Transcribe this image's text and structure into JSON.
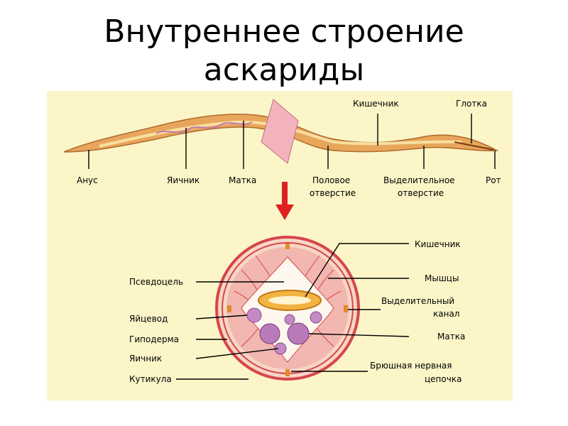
{
  "slide": {
    "title_line1": "Внутреннее строение",
    "title_line2": "аскариды"
  },
  "longitudinal": {
    "labels": {
      "intestine": "Кишечник",
      "pharynx": "Глотка",
      "anus": "Анус",
      "ovary": "Яичник",
      "uterus": "Матка",
      "genital_opening_1": "Половое",
      "genital_opening_2": "отверстие",
      "excretory_opening_1": "Выделительное",
      "excretory_opening_2": "отверстие",
      "mouth": "Рот"
    }
  },
  "cross_section": {
    "labels": {
      "intestine": "Кишечник",
      "muscles": "Мышцы",
      "pseudocoel": "Псевдоцель",
      "excretory_canal_1": "Выделительный",
      "excretory_canal_2": "канал",
      "oviduct": "Яйцевод",
      "uterus": "Матка",
      "hypodermis": "Гиподерма",
      "ovary": "Яичник",
      "ventral_cord_1": "Брюшная нервная",
      "ventral_cord_2": "цепочка",
      "cuticle": "Кутикула"
    }
  },
  "colors": {
    "panel_bg": "#fbf5c8",
    "worm_body": "#e8a65c",
    "worm_outline": "#b06a2a",
    "cut_plane": "#f2b3bd",
    "arrow": "#e02020",
    "muscle": "#e9a0a0",
    "ring": "#d8454a",
    "ovary": "#a86aa8"
  }
}
